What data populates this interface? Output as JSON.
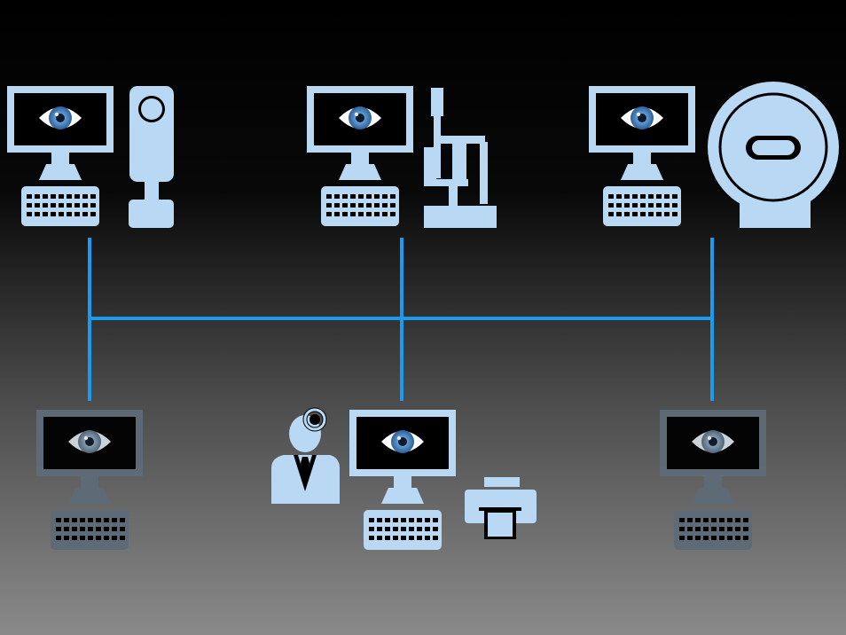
{
  "colors": {
    "icon_light": "#b9d8f4",
    "icon_faded": "#5e6b77",
    "icon_faded_stroke": "#737f89",
    "network_line": "#1b9bf0",
    "screen_dark": "#000000",
    "iris_blue": "#3f7fc1",
    "background_top": "#000000",
    "background_bottom": "#8a8a8a"
  },
  "nodes": [
    {
      "id": "workstation-fundus-camera",
      "device": "fundus-camera",
      "active": true
    },
    {
      "id": "workstation-slit-lamp",
      "device": "slit-lamp",
      "active": true
    },
    {
      "id": "workstation-oct-scanner",
      "device": "oct-scanner",
      "active": true
    },
    {
      "id": "viewing-station-left",
      "device": "none",
      "active": false
    },
    {
      "id": "physician-workstation",
      "device": "printer",
      "active": true,
      "has_user": true
    },
    {
      "id": "viewing-station-right",
      "device": "none",
      "active": false
    }
  ],
  "icons": [
    "eye-icon",
    "monitor-icon",
    "keyboard-icon",
    "fundus-camera-icon",
    "slit-lamp-icon",
    "oct-scanner-icon",
    "doctor-icon",
    "printer-icon"
  ]
}
